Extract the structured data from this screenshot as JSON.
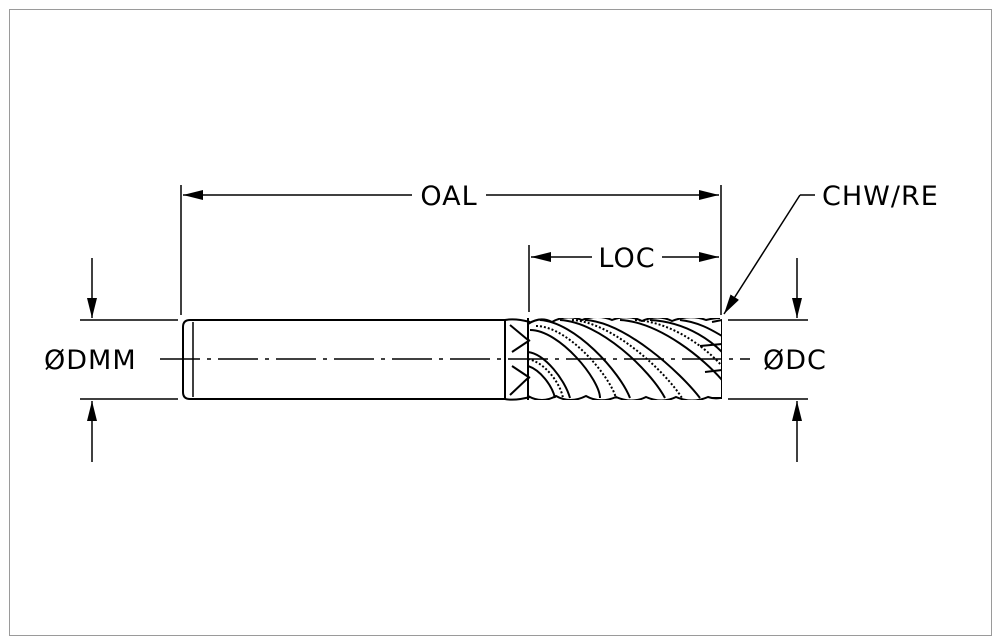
{
  "labels": {
    "oal": "OAL",
    "loc": "LOC",
    "chw_re": "CHW/RE",
    "dmm": "ØDMM",
    "dc": "ØDC"
  },
  "colors": {
    "ink": "#000000",
    "frame": "#9a9a9a",
    "background": "#ffffff"
  }
}
